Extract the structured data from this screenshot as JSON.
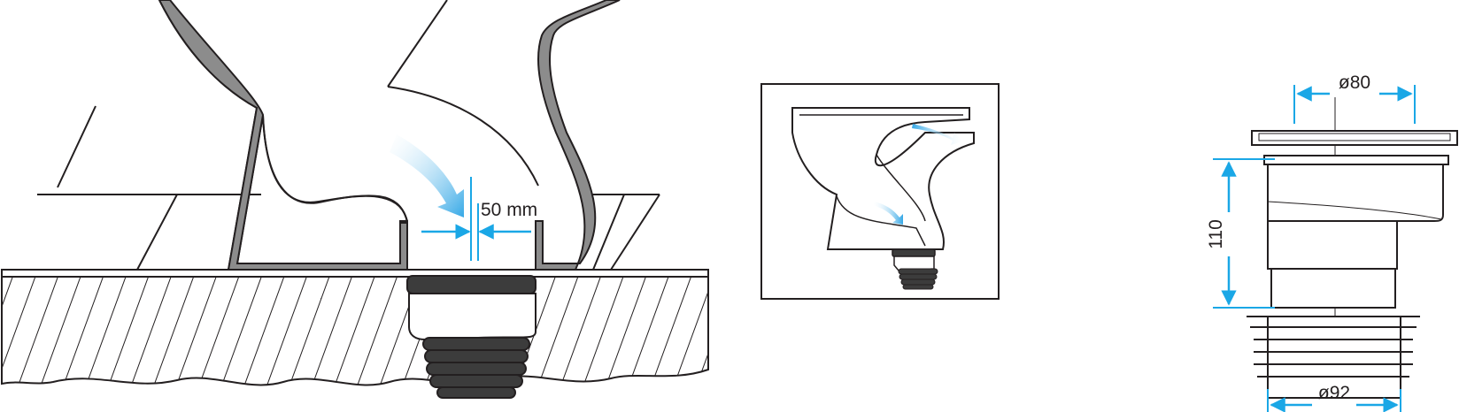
{
  "labels": {
    "offset": "50 mm",
    "top_diameter": "ø80",
    "height": "110",
    "bottom_diameter": "ø92"
  },
  "colors": {
    "dimension_arrow": "#1aa7e6",
    "flow_arrow": "#35a8e6",
    "outline": "#231f20",
    "ceramic_wall": "#8c8c8c",
    "rubber_seal": "#3c3c3c",
    "pipe_body": "#ffffff",
    "hatch": "#231f20"
  },
  "icons": {
    "flow": "curved-flow-arrow-icon",
    "dimension": "double-headed-dimension-arrow-icon"
  }
}
